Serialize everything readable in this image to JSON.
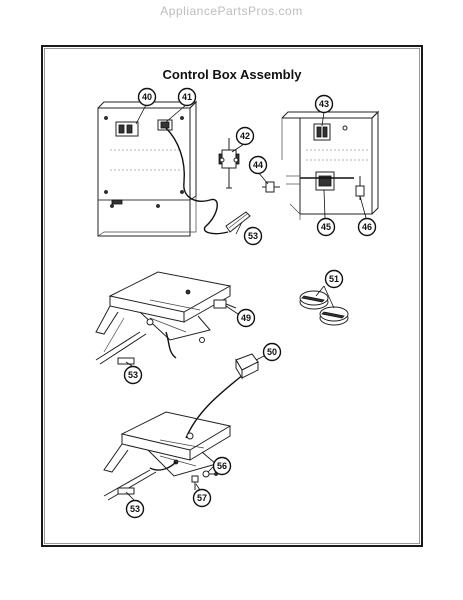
{
  "watermark": "AppliancePartsPros.com",
  "title": "Control Box Assembly",
  "callouts": {
    "c40": "40",
    "c41": "41",
    "c42": "42",
    "c43": "43",
    "c44": "44",
    "c45": "45",
    "c46": "46",
    "c49": "49",
    "c50": "50",
    "c51": "51",
    "c53a": "53",
    "c53b": "53",
    "c53c": "53",
    "c56": "56",
    "c57": "57"
  }
}
